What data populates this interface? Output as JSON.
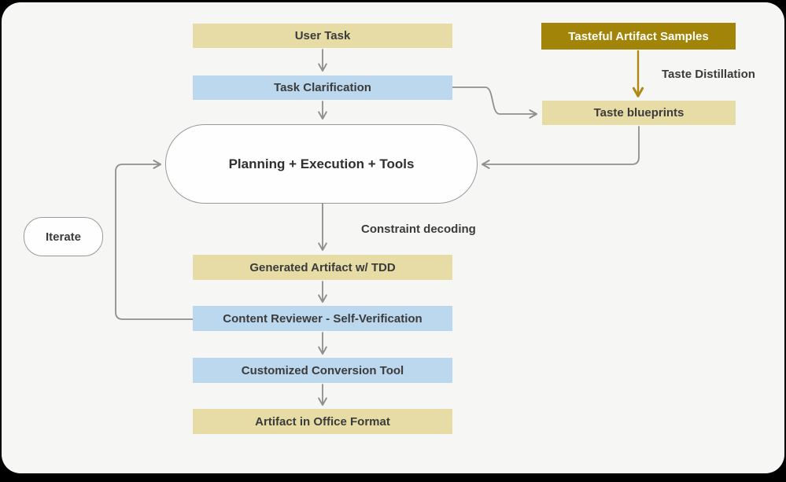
{
  "diagram": {
    "nodes": {
      "user_task": {
        "label": "User Task"
      },
      "task_clarification": {
        "label": "Task Clarification"
      },
      "planning_execution_tools": {
        "label": "Planning + Execution + Tools"
      },
      "tasteful_artifact_samples": {
        "label": "Tasteful Artifact Samples"
      },
      "taste_blueprints": {
        "label": "Taste blueprints"
      },
      "generated_artifact_tdd": {
        "label": "Generated Artifact w/ TDD"
      },
      "content_reviewer_self_verification": {
        "label": "Content Reviewer - Self-Verification"
      },
      "customized_conversion_tool": {
        "label": "Customized Conversion Tool"
      },
      "artifact_in_office_format": {
        "label": "Artifact in Office Format"
      },
      "iterate": {
        "label": "Iterate"
      }
    },
    "edge_labels": {
      "taste_distillation": "Taste Distillation",
      "constraint_decoding": "Constraint decoding"
    },
    "colors": {
      "tan": "#e7dca5",
      "blue": "#bcd8ee",
      "gold-dark": "#a28408",
      "gold-arrow": "#ad8a15",
      "line-gray": "#8f8f8f",
      "node-border": "#9a9a9a",
      "text-dark": "#3b3b3b",
      "canvas": "#f6f6f4",
      "frame": "#000000"
    }
  }
}
